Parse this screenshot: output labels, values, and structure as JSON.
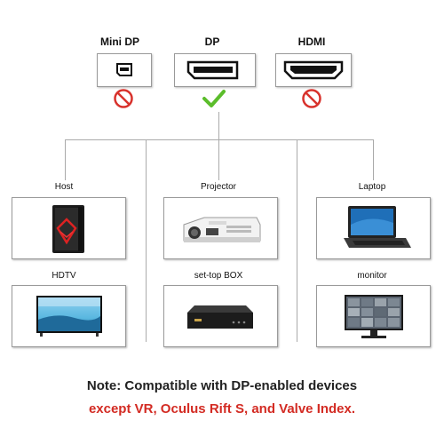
{
  "ports": [
    {
      "label": "Mini DP",
      "status": "incompatible",
      "icon": "mini-displayport-icon"
    },
    {
      "label": "DP",
      "status": "compatible",
      "icon": "displayport-icon"
    },
    {
      "label": "HDMI",
      "status": "incompatible",
      "icon": "hdmi-icon"
    }
  ],
  "devices": [
    {
      "label": "Host",
      "icon": "pc-tower-icon"
    },
    {
      "label": "Projector",
      "icon": "projector-icon"
    },
    {
      "label": "Laptop",
      "icon": "laptop-icon"
    },
    {
      "label": "HDTV",
      "icon": "tv-icon"
    },
    {
      "label": "set-top BOX",
      "icon": "set-top-box-icon"
    },
    {
      "label": "monitor",
      "icon": "monitor-icon"
    }
  ],
  "note": {
    "line1": "Note: Compatible with DP-enabled devices",
    "line2": "except VR, Oculus Rift S, and Valve Index."
  },
  "colors": {
    "prohibited": "#d8322c",
    "check": "#5bbd2b",
    "note_primary": "#222222",
    "note_accent": "#d32b23"
  }
}
